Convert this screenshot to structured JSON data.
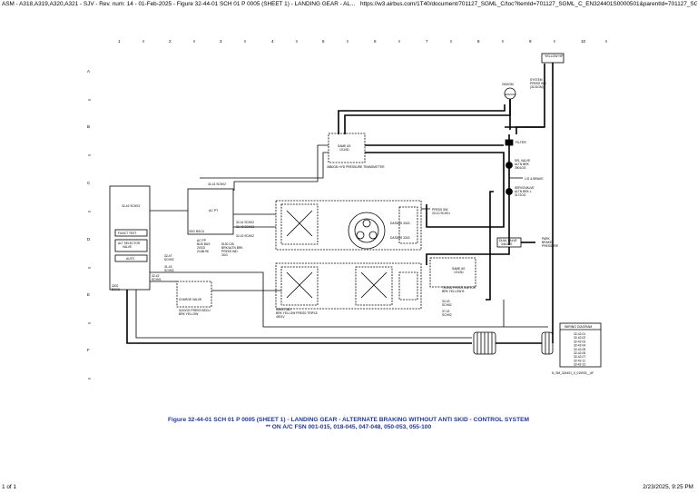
{
  "browser": {
    "page_title": "ASM - A318,A319,A320,A321 - SJV - Rev. num: 14 - 01-Feb-2025 - Figure 32-44-01 SCH 01 P 0005 (SHEET 1) - LANDING GEAR - AL...",
    "url": "https://w3.airbus.com/1T40/document/701127_SGML_C/toc?itemId=701127_SGML_C_EN324401S0000501&parentId=701127_SGML_C_...",
    "page_count": "1 of 1",
    "datetime": "2/23/2025, 9:25 PM"
  },
  "grid": {
    "cols": [
      "1",
      "2",
      "3",
      "4",
      "5",
      "6",
      "7",
      "8",
      "9",
      "10"
    ],
    "rows": [
      "A",
      "B",
      "C",
      "D",
      "E",
      "F"
    ]
  },
  "labels": {
    "yellow_hp": "YELLOW HP",
    "gauge": "2002GM",
    "system_press": "SYSTEM",
    "system_press2": "PRESS IND",
    "system_press3": "(3101GM)",
    "filter": "FILTER",
    "sel_valve": "SEL VALVE",
    "sel_valve2": "ALTN BRK",
    "sel_valve3": "3901GG",
    "lg_brake": "L/G & BRAKE",
    "servo_valve": "SERVOVALVE",
    "servo_valve2": "ALTN BRK L",
    "servo_valve3": "3172GG",
    "same_as": "SAME AS",
    "same_as2": "1G1SD",
    "xmtr": "3580GN  HYD PRESSURE TRANSMITTER",
    "ref_3241": "32-41 SCH02",
    "ref_3242": "32-42 SCH03",
    "fault_test": "FUNCT TEST",
    "alt_sel_valve": "ALT SELECTOR",
    "alt_sel_valve2": "VALVE",
    "auto": "AUTO",
    "ac_pt": "AC PT",
    "bscu": "3GG  BSCU",
    "acpp": "AC PP",
    "acpp2": "BUS BUS",
    "acpp3": "2XGD",
    "acpp4": "24.86.96",
    "ref_3247": "32-47",
    "ref_3247b": "SCH02",
    "ref_3143": "31-43",
    "ref_3143b": "SCH02",
    "ref_3242b": "32-42",
    "ref_3242c": "SCH01",
    "ref_a": "32-41 SCH02",
    "ref_b": "32-43 SCH03",
    "ref_c": "32-42 SCH02",
    "ct1": "5130 C/B",
    "ct2": "BRK/ALTN BRK",
    "ct3": "PRESS IND",
    "ct4": "3GG",
    "press_sw": "PRESS SW",
    "press_sw2": "33-10 SCH01",
    "dash1": "DASD0S 3343",
    "dash2": "DASD0S 3343",
    "dual_valve": "DUAL VALVE",
    "dual_valve2": "3441GG",
    "park_brake": "PARK",
    "park_brake2": "BRAKE",
    "park_brake3": "PRESSURE",
    "same_as_b": "SAME AS",
    "same_as_b2": "1G1SD",
    "trans_press": "TRANS PRESS SWITCH",
    "trans_press2": "BRK YELLOW B",
    "ref_d": "32-43",
    "ref_d2": "SCH02",
    "ref_e": "37-42",
    "ref_e2": "SCH02",
    "bscu2": "3202",
    "bscu2b": "BSCU",
    "charge": "CHARGE VALVE",
    "charge2": "5210GG  PRESS BSCU",
    "charge3": "BRK YELLOW",
    "brk_press": "4900G  IND",
    "brk_press2": "BRK YELLOW PRESS TRIPLE",
    "brk_press3": "4901V",
    "wiring": "WIRING DIAGRAM",
    "wiring_refs": [
      "32-42-01",
      "32-42-02",
      "32-42-03",
      "32-42-04",
      "32-42-05",
      "32-42-06",
      "32-42-07",
      "32-42-11",
      "32-42-12"
    ],
    "drawing_id": "N_SM_324401_0_019003__AF"
  },
  "caption": {
    "line1": "Figure 32-44-01 SCH 01 P 0005 (SHEET 1) - LANDING GEAR - ALTERNATE BRAKING WITHOUT ANTI SKID - CONTROL SYSTEM",
    "line2": "** ON A/C FSN 001-015, 018-045, 047-048, 050-053, 055-100"
  }
}
